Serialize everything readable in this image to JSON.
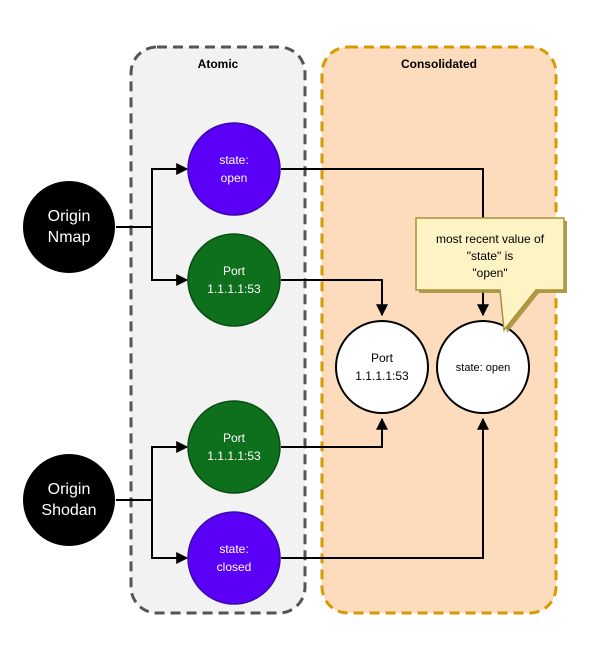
{
  "colors": {
    "atomic_fill": "#f2f2f2",
    "atomic_border": "#555555",
    "consolidated_fill": "#fcdcbc",
    "consolidated_border": "#d79b00",
    "state_fill": "#5b00f7",
    "port_fill": "#0e6f1d",
    "origin_fill": "#000000",
    "consolidated_node_fill": "#ffffff",
    "callout_fill": "#fdf3c4",
    "callout_border": "#a8923a"
  },
  "containers": {
    "atomic_title": "Atomic",
    "consolidated_title": "Consolidated"
  },
  "origins": {
    "nmap": [
      "Origin",
      "Nmap"
    ],
    "shodan": [
      "Origin",
      "Shodan"
    ]
  },
  "atomic_nodes": {
    "nmap_state": [
      "state:",
      "open"
    ],
    "nmap_port": [
      "Port",
      "1.1.1.1:53"
    ],
    "shodan_port": [
      "Port",
      "1.1.1.1:53"
    ],
    "shodan_state": [
      "state:",
      "closed"
    ]
  },
  "consolidated_nodes": {
    "port": [
      "Port",
      "1.1.1.1:53"
    ],
    "state": "state: open"
  },
  "callout": [
    "most recent value of",
    "\"state\" is",
    "\"open\""
  ]
}
